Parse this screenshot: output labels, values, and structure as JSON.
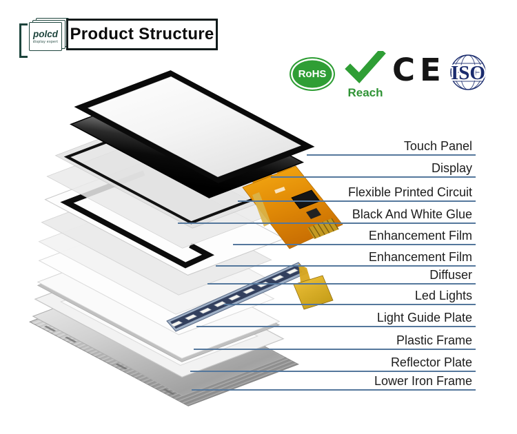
{
  "header": {
    "logo_text": "polcd",
    "logo_subtext": "display expert",
    "title": "Product Structure"
  },
  "certifications": [
    {
      "name": "rohs",
      "label": "RoHS"
    },
    {
      "name": "reach",
      "label": "Reach"
    },
    {
      "name": "ce",
      "label": "CE"
    },
    {
      "name": "iso",
      "label": "ISO"
    }
  ],
  "layer_labels": [
    "Touch Panel",
    "Display",
    "Flexible Printed Circuit",
    "Black And White Glue",
    "Enhancement Film",
    "Enhancement Film",
    "Diffuser",
    "Led Lights",
    "Light Guide Plate",
    "Plastic Frame",
    "Reflector Plate",
    "Lower Iron Frame"
  ],
  "colors": {
    "accent_line": "#54779c",
    "rohs_green": "#2f9e35",
    "reach_green": "#2f9335",
    "ce_black": "#151515",
    "iso_navy": "#1b2c6e",
    "logo_green": "#1d443c",
    "fpc_orange": "#f0a011",
    "gold": "#d9aa25"
  }
}
